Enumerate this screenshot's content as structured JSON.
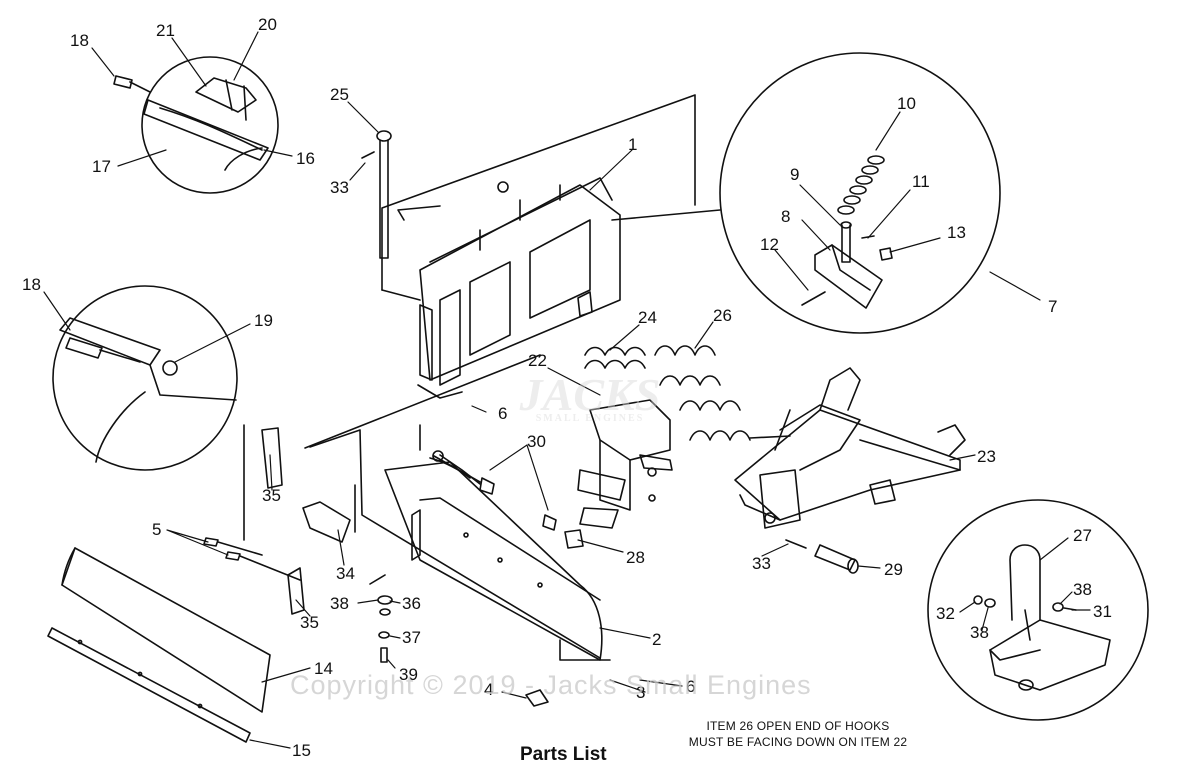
{
  "callouts": [
    {
      "id": "1",
      "text": "1"
    },
    {
      "id": "2",
      "text": "2"
    },
    {
      "id": "3",
      "text": "3"
    },
    {
      "id": "4",
      "text": "4"
    },
    {
      "id": "5",
      "text": "5"
    },
    {
      "id": "6a",
      "text": "6"
    },
    {
      "id": "6b",
      "text": "6"
    },
    {
      "id": "7",
      "text": "7"
    },
    {
      "id": "8",
      "text": "8"
    },
    {
      "id": "9",
      "text": "9"
    },
    {
      "id": "10",
      "text": "10"
    },
    {
      "id": "11",
      "text": "11"
    },
    {
      "id": "12",
      "text": "12"
    },
    {
      "id": "13",
      "text": "13"
    },
    {
      "id": "14",
      "text": "14"
    },
    {
      "id": "15",
      "text": "15"
    },
    {
      "id": "16",
      "text": "16"
    },
    {
      "id": "17",
      "text": "17"
    },
    {
      "id": "18a",
      "text": "18"
    },
    {
      "id": "18b",
      "text": "18"
    },
    {
      "id": "19",
      "text": "19"
    },
    {
      "id": "20",
      "text": "20"
    },
    {
      "id": "21",
      "text": "21"
    },
    {
      "id": "22",
      "text": "22"
    },
    {
      "id": "23",
      "text": "23"
    },
    {
      "id": "24",
      "text": "24"
    },
    {
      "id": "25",
      "text": "25"
    },
    {
      "id": "26",
      "text": "26"
    },
    {
      "id": "27",
      "text": "27"
    },
    {
      "id": "28",
      "text": "28"
    },
    {
      "id": "29",
      "text": "29"
    },
    {
      "id": "30",
      "text": "30"
    },
    {
      "id": "31",
      "text": "31"
    },
    {
      "id": "32",
      "text": "32"
    },
    {
      "id": "33a",
      "text": "33"
    },
    {
      "id": "33b",
      "text": "33"
    },
    {
      "id": "34",
      "text": "34"
    },
    {
      "id": "35a",
      "text": "35"
    },
    {
      "id": "35b",
      "text": "35"
    },
    {
      "id": "36",
      "text": "36"
    },
    {
      "id": "37",
      "text": "37"
    },
    {
      "id": "38a",
      "text": "38"
    },
    {
      "id": "38b",
      "text": "38"
    },
    {
      "id": "38c",
      "text": "38"
    },
    {
      "id": "39",
      "text": "39"
    }
  ],
  "note": {
    "line1": "ITEM 26 OPEN END OF HOOKS",
    "line2": "MUST BE FACING DOWN ON ITEM 22"
  },
  "footer": {
    "title": "Parts List"
  },
  "watermark": {
    "text": "Copyright © 2019 - Jacks Small Engines"
  },
  "logo": {
    "main": "JACKS",
    "sub": "SMALL ENGINES"
  }
}
